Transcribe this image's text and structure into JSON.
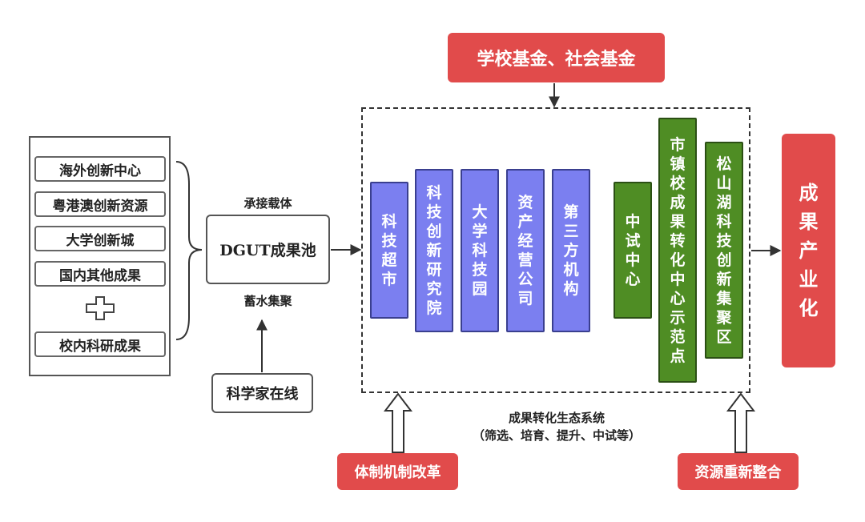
{
  "sources": {
    "items": [
      "海外创新中心",
      "粤港澳创新资源",
      "大学创新城",
      "国内其他成果"
    ],
    "extra_item": "校内科研成果"
  },
  "pool": {
    "top_label": "承接载体",
    "title": "DGUT成果池",
    "bottom_label": "蓄水集聚"
  },
  "scientist": "科学家在线",
  "funding": "学校基金、社会基金",
  "ecosystem": {
    "blue_columns": [
      "科技超市",
      "科技创新研究院",
      "大学科技园",
      "资产经营公司",
      "第三方机构"
    ],
    "green_columns": [
      "中试中心",
      "市镇校成果转化中心示范点",
      "松山湖科技创新集聚区"
    ],
    "caption_line1": "成果转化生态系统",
    "caption_line2": "（筛选、培育、提升、中试等）"
  },
  "result": "成果产业化",
  "reform": "体制机制改革",
  "reintegration": "资源重新整合",
  "colors": {
    "red": "#e14b4b",
    "blue": "#7b7ff0",
    "green": "#4f8d24"
  }
}
